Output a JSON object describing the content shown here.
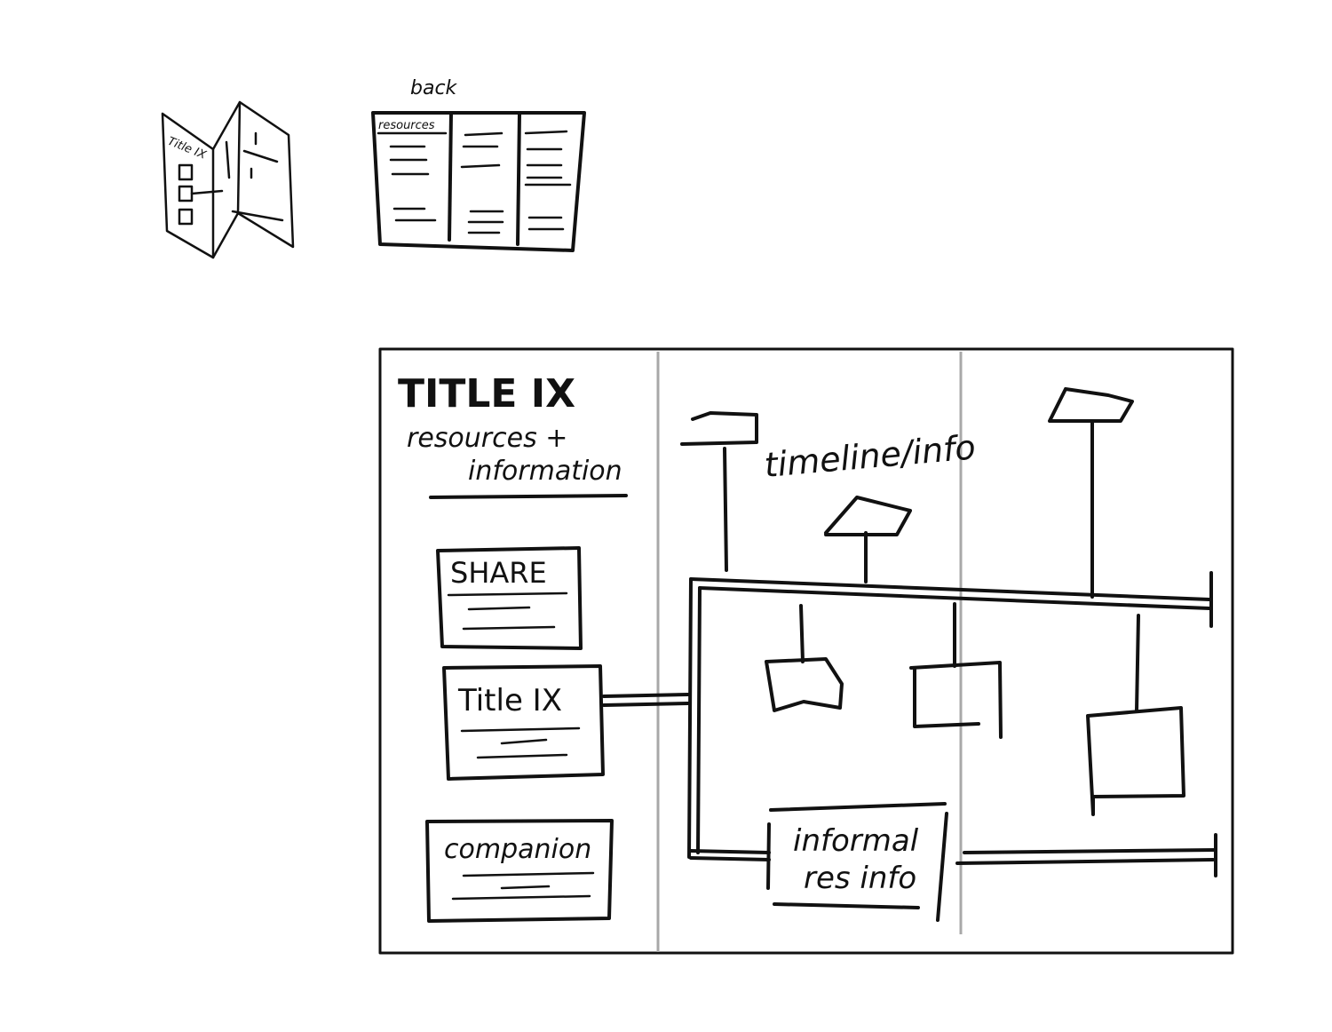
{
  "thumbnail_front": {
    "title": "Title IX"
  },
  "thumbnail_back": {
    "caption": "back",
    "header": "resources"
  },
  "main_sketch": {
    "title": "TITLE IX",
    "subtitle_line1": "resources +",
    "subtitle_line2": "information",
    "boxes": [
      {
        "label": "SHARE"
      },
      {
        "label": "Title IX"
      },
      {
        "label": "companion"
      }
    ],
    "timeline_label": "timeline/info",
    "informal_line1": "informal",
    "informal_line2": "res info"
  },
  "colors": {
    "ink": "#111111",
    "fold_line": "#a8a8a8",
    "background": "#ffffff"
  }
}
